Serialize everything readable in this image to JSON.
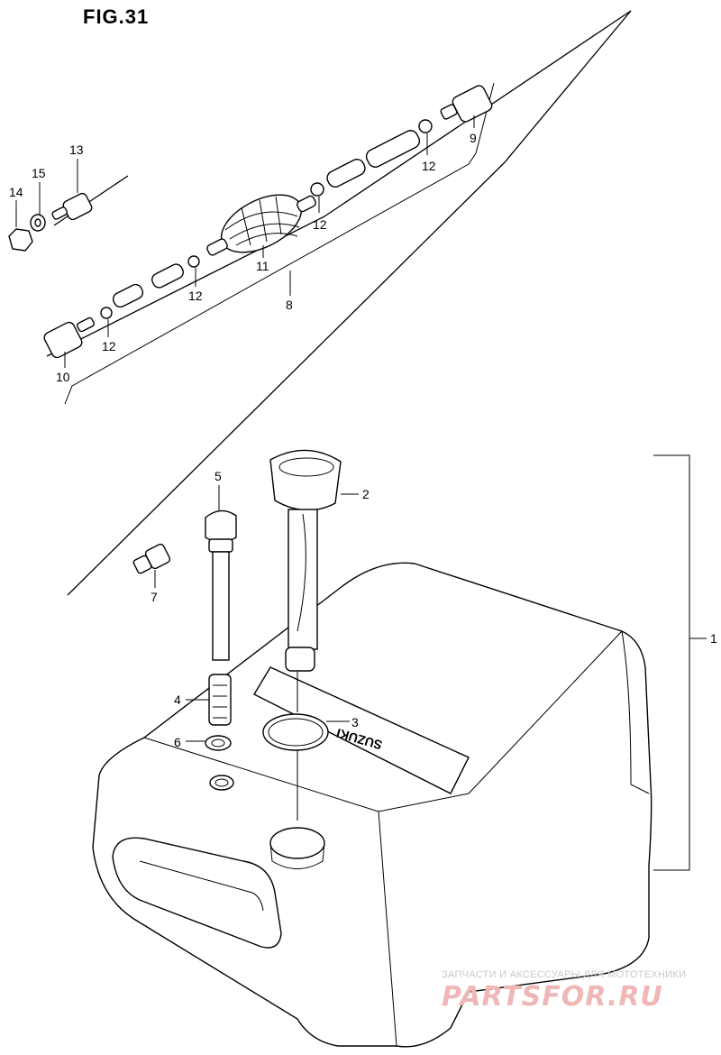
{
  "figure": {
    "title": "FIG.31"
  },
  "callouts": [
    {
      "id": "c1",
      "label": "1"
    },
    {
      "id": "c2",
      "label": "2"
    },
    {
      "id": "c3",
      "label": "3"
    },
    {
      "id": "c4",
      "label": "4"
    },
    {
      "id": "c5",
      "label": "5"
    },
    {
      "id": "c6",
      "label": "6"
    },
    {
      "id": "c7",
      "label": "7"
    },
    {
      "id": "c8",
      "label": "8"
    },
    {
      "id": "c9",
      "label": "9"
    },
    {
      "id": "c10",
      "label": "10"
    },
    {
      "id": "c11",
      "label": "11"
    },
    {
      "id": "c12a",
      "label": "12"
    },
    {
      "id": "c12b",
      "label": "12"
    },
    {
      "id": "c12c",
      "label": "12"
    },
    {
      "id": "c12d",
      "label": "12"
    },
    {
      "id": "c13",
      "label": "13"
    },
    {
      "id": "c14",
      "label": "14"
    },
    {
      "id": "c15",
      "label": "15"
    }
  ],
  "tank_embossing": "SUZUKI",
  "watermark": {
    "tagline": "ЗАПЧАСТИ И АКСЕССУАРЫ ДЛЯ МОТОТЕХНИКИ",
    "brand": "PARTSFOR.RU"
  }
}
